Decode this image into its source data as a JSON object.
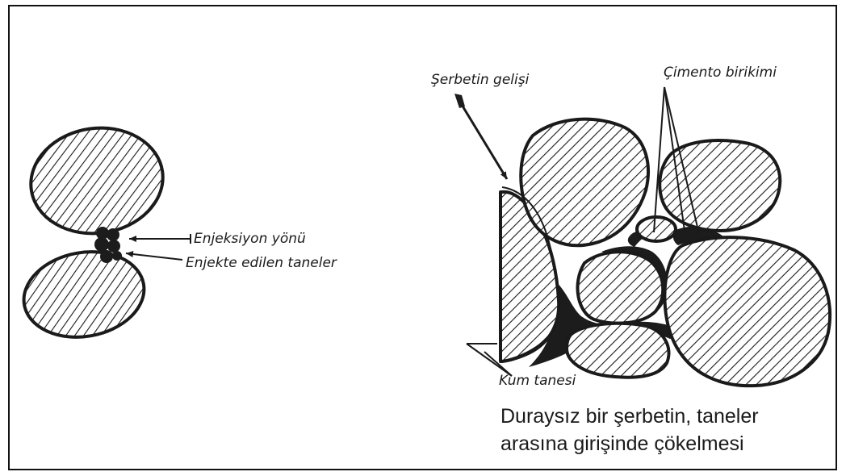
{
  "left_diagram": {
    "injection_direction_label": "Enjeksiyon yönü",
    "injected_grains_label": "Enjekte edilen taneler"
  },
  "right_diagram": {
    "grout_arrival_label": "Şerbetin gelişi",
    "cement_accumulation_label": "Çimento birikimi",
    "sand_grain_label": "Kum tanesi",
    "caption_line1": "Duraysız bir şerbetin, taneler",
    "caption_line2": "arasına girişinde çökelmesi"
  },
  "colors": {
    "ink": "#1a1a1a",
    "background": "#ffffff"
  }
}
